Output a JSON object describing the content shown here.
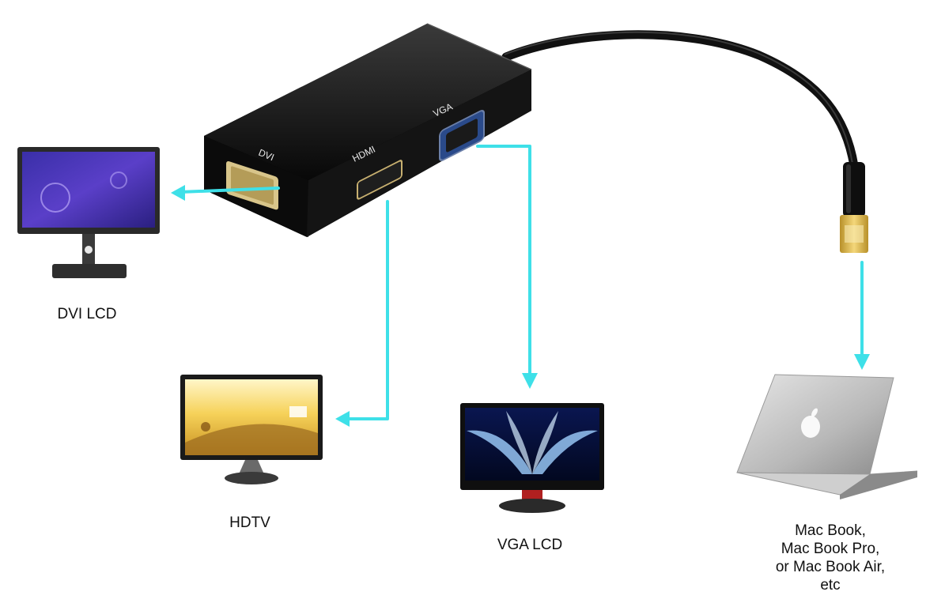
{
  "adapter": {
    "ports": {
      "dvi": "DVI",
      "hdmi": "HDMI",
      "vga": "VGA"
    }
  },
  "devices": {
    "dvi_lcd": "DVI LCD",
    "hdtv": "HDTV",
    "vga_lcd": "VGA LCD",
    "mac": {
      "line1": "Mac Book,",
      "line2": "Mac Book Pro,",
      "line3": "or Mac Book Air,",
      "line4": "etc"
    }
  },
  "colors": {
    "arrow": "#3ee0e8",
    "adapter_body": "#0d0d0d",
    "connector_gold": "#e9c45a"
  }
}
